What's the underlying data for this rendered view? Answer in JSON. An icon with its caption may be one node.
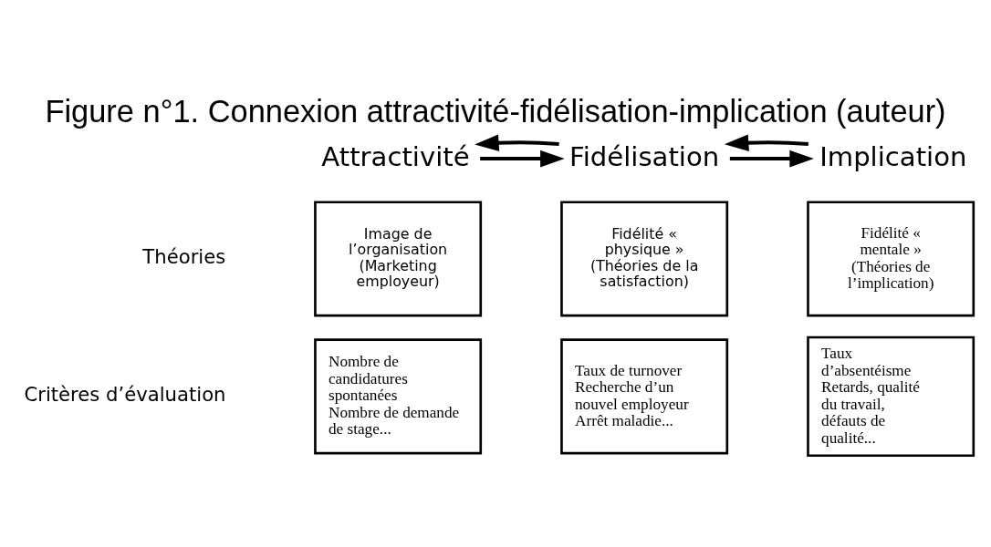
{
  "diagram": {
    "title": "Figure n°1. Connexion attractivité-fidélisation-implication (auteur)",
    "nodes": [
      {
        "text": [
          "Attractivité"
        ]
      },
      {
        "text": [
          "Fidélisation"
        ]
      },
      {
        "text": [
          "Implication"
        ]
      },
      {
        "text": [
          "Image de l’organisation",
          "(Marketing employeur)"
        ]
      },
      {
        "text": [
          "Fidélité « physique »",
          "(Théories de la satisfaction)"
        ]
      },
      {
        "text": [
          "Fidélité « mentale »",
          "(Théories de l’implication)"
        ]
      },
      {
        "text": [
          "Nombre de candidatures spontanées",
          "Nombre de demande de stage..."
        ]
      },
      {
        "text": [
          "Taux de turnover",
          "Recherche d’un nouvel employeur",
          "Arrêt maladie..."
        ]
      },
      {
        "text": [
          "Taux d’absentéisme",
          "Retards, qualité du travail, défauts de qualité..."
        ]
      }
    ],
    "edges": [
      {
        "from": 0,
        "to": 1,
        "arrow": "to"
      },
      {
        "from": 1,
        "to": 0,
        "arrow": "to"
      },
      {
        "from": 1,
        "to": 2,
        "arrow": "to"
      },
      {
        "from": 2,
        "to": 1,
        "arrow": "to"
      }
    ],
    "labels": [
      "Théories",
      "Critères d’évaluation"
    ]
  }
}
